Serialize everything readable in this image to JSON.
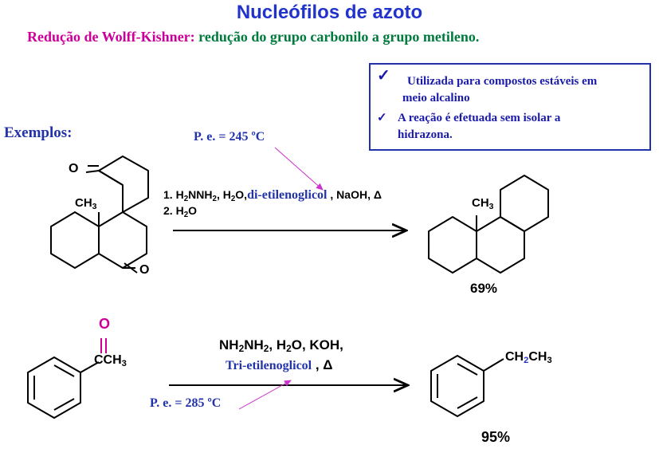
{
  "title": "Nucleófilos de azoto",
  "subtitle": {
    "lead": "Redução de Wolff-Kishner:",
    "rest": " redução do grupo carbonilo a grupo metileno."
  },
  "notes": [
    {
      "check": "✓",
      "text_line1": "Utilizada para compostos estáveis em",
      "text_line2": "meio alcalino"
    },
    {
      "check": "✓",
      "text_line1": "A reação é efetuada  sem isolar a",
      "text_line2": "hidrazona."
    }
  ],
  "examples_label": "Exemplos:",
  "reaction1": {
    "bp_note": "P. e. = 245 ºC",
    "step1_prefix": "1. H",
    "step1_a": "2",
    "step1_b": "NNH",
    "step1_c": "2",
    "step1_d": ", H",
    "step1_e": "2",
    "step1_f": "O,",
    "solvent": "di-etilenoglicol",
    "base": " , NaOH, Δ",
    "step2_prefix": "2. H",
    "step2_sub": "2",
    "step2_suffix": "O",
    "reactant_o1": "O",
    "reactant_o2": "O",
    "reactant_methyl": "CH",
    "reactant_methyl_sub": "3",
    "product_methyl": "CH",
    "product_methyl_sub": "3",
    "yield": "69%"
  },
  "reaction2": {
    "reagents_a": "NH",
    "reagents_b": "2",
    "reagents_c": "NH",
    "reagents_d": "2",
    "reagents_e": ", H",
    "reagents_f": "2",
    "reagents_g": "O, KOH,",
    "solvent": "Tri-etilenoglicol",
    "delta": " , Δ",
    "bp_note": "P. e. = 285 ºC",
    "reactant_o": "O",
    "reactant_group": "CCH",
    "reactant_group_sub": "3",
    "product_group_a": "CH",
    "product_group_b": "2",
    "product_group_c": "CH",
    "product_group_d": "3",
    "yield": "95%"
  },
  "colors": {
    "title": "#2233cc",
    "magenta": "#cc0099",
    "green": "#007a3d",
    "blue": "#2233aa",
    "pointer": "#cc33cc"
  }
}
